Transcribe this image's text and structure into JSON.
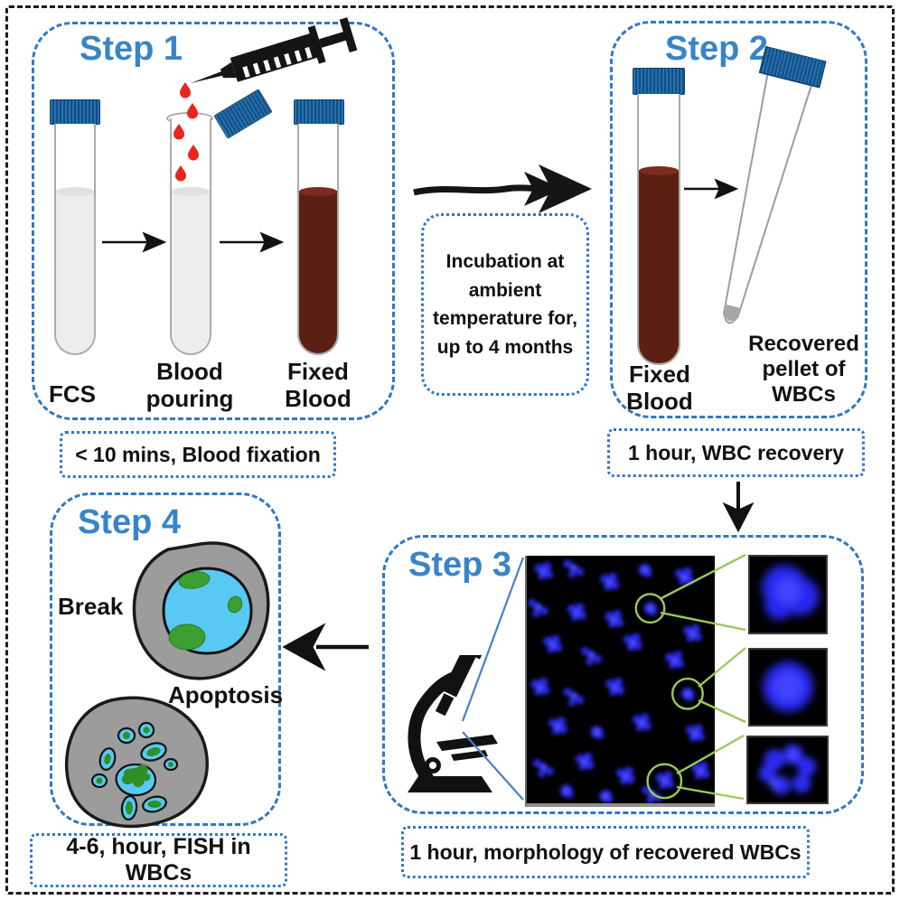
{
  "diagram": {
    "steps": {
      "step1": {
        "title": "Step 1",
        "label_fcs": "FCS",
        "label_pouring": "Blood pouring",
        "label_fixed": "Fixed Blood",
        "caption": "< 10 mins, Blood fixation"
      },
      "step2": {
        "title": "Step 2",
        "label_fixed": "Fixed Blood",
        "label_pellet": "Recovered pellet of WBCs",
        "caption": "1 hour, WBC recovery"
      },
      "step3": {
        "title": "Step 3",
        "caption": "1 hour, morphology of recovered WBCs"
      },
      "step4": {
        "title": "Step 4",
        "label_break": "Break",
        "label_apoptosis": "Apoptosis",
        "caption": "4-6, hour, FISH in WBCs"
      }
    },
    "transition_note": "Incubation at ambient temperature for, up to 4 months",
    "icons": [
      "syringe-icon",
      "tube-cap-icon",
      "test-tube-icon",
      "microscope-icon",
      "arrow-right-icon",
      "arrow-down-icon",
      "arrow-left-icon",
      "blood-drop-icon"
    ],
    "colors": {
      "step_title_blue": "#3884C9",
      "panel_border_blue": "#3077C8",
      "cap_blue": "#2271B1",
      "blood_dark_red": "#5C1F14",
      "drop_red": "#E8241E",
      "serum_gray": "#EDEDED",
      "cell_cytoplasm_gray": "#9C9C9C",
      "nucleus_light_blue": "#58C9F4",
      "fish_signal_green": "#3BA030",
      "fluorescence_blue": "#2B2BEA",
      "highlight_green": "#9CC95A"
    }
  }
}
